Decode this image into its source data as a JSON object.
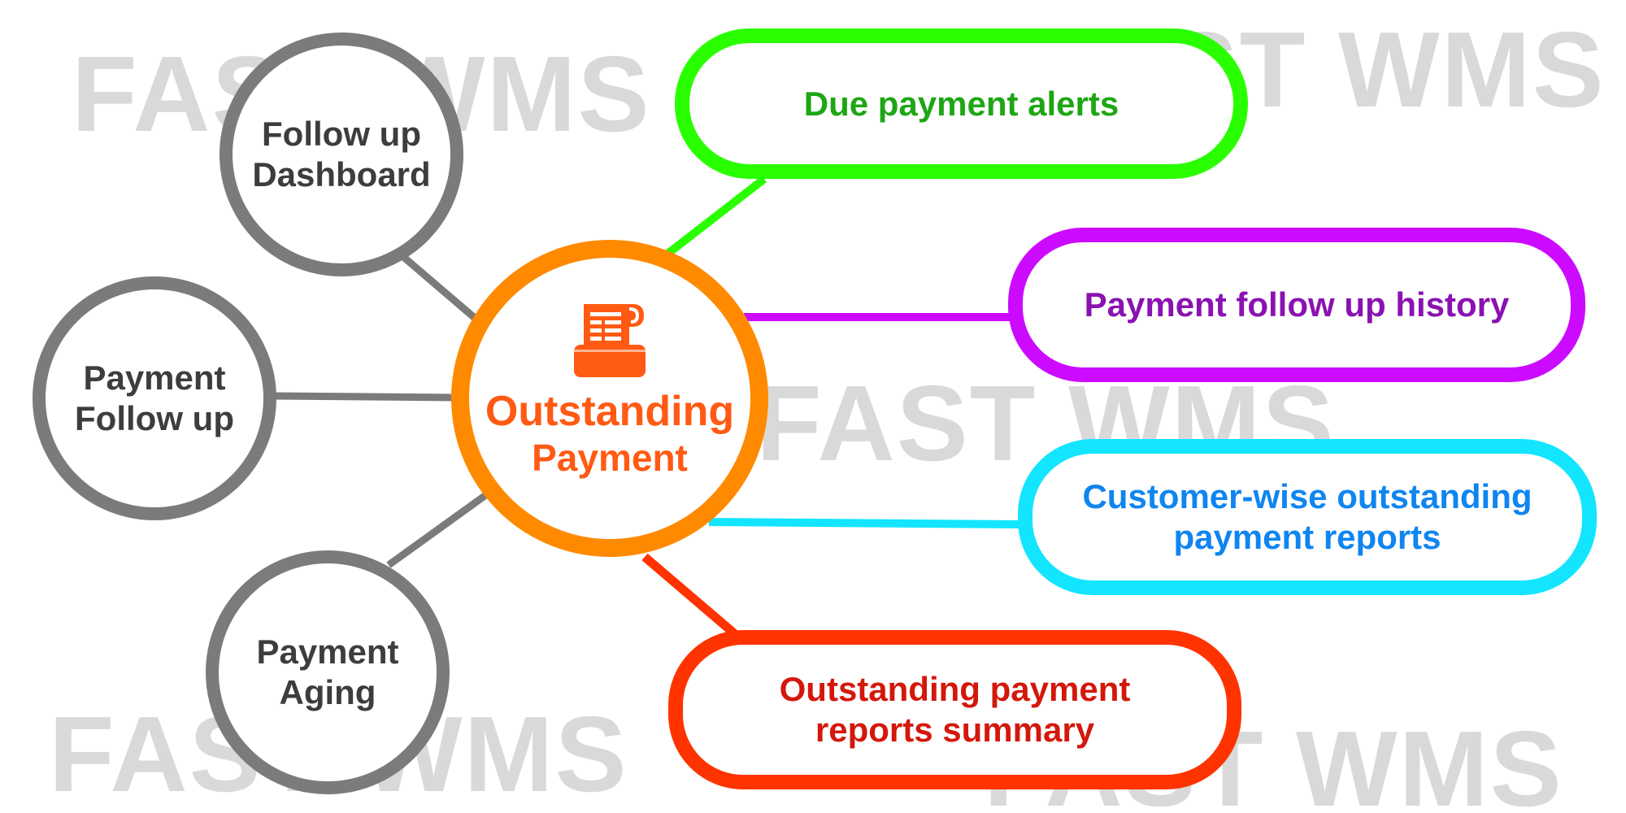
{
  "watermarks": [
    "FAST WMS",
    "FAST WMS",
    "FAST WMS",
    "FAST WMS",
    "FAST WMS"
  ],
  "center": {
    "line1": "Outstanding",
    "line2": "Payment",
    "icon": "receipt-printer-icon",
    "color": "#ff8a00",
    "text_color": "#ff5a14"
  },
  "left_nodes": {
    "dashboard": "Follow up\nDashboard",
    "followup": "Payment\nFollow up",
    "aging": "Payment\nAging",
    "border_color": "#7b7b7b"
  },
  "right_nodes": {
    "due_alerts": {
      "label": "Due payment alerts",
      "color": "#2aff00",
      "text_color": "#1ea614"
    },
    "history": {
      "label": "Payment follow up history",
      "color": "#cc0aff",
      "text_color": "#8a12b2"
    },
    "customer": {
      "label": "Customer-wise outstanding\npayment reports",
      "color": "#13e5ff",
      "text_color": "#0f85f0"
    },
    "summary": {
      "label": "Outstanding payment\nreports summary",
      "color": "#ff3300",
      "text_color": "#d3180b"
    }
  }
}
